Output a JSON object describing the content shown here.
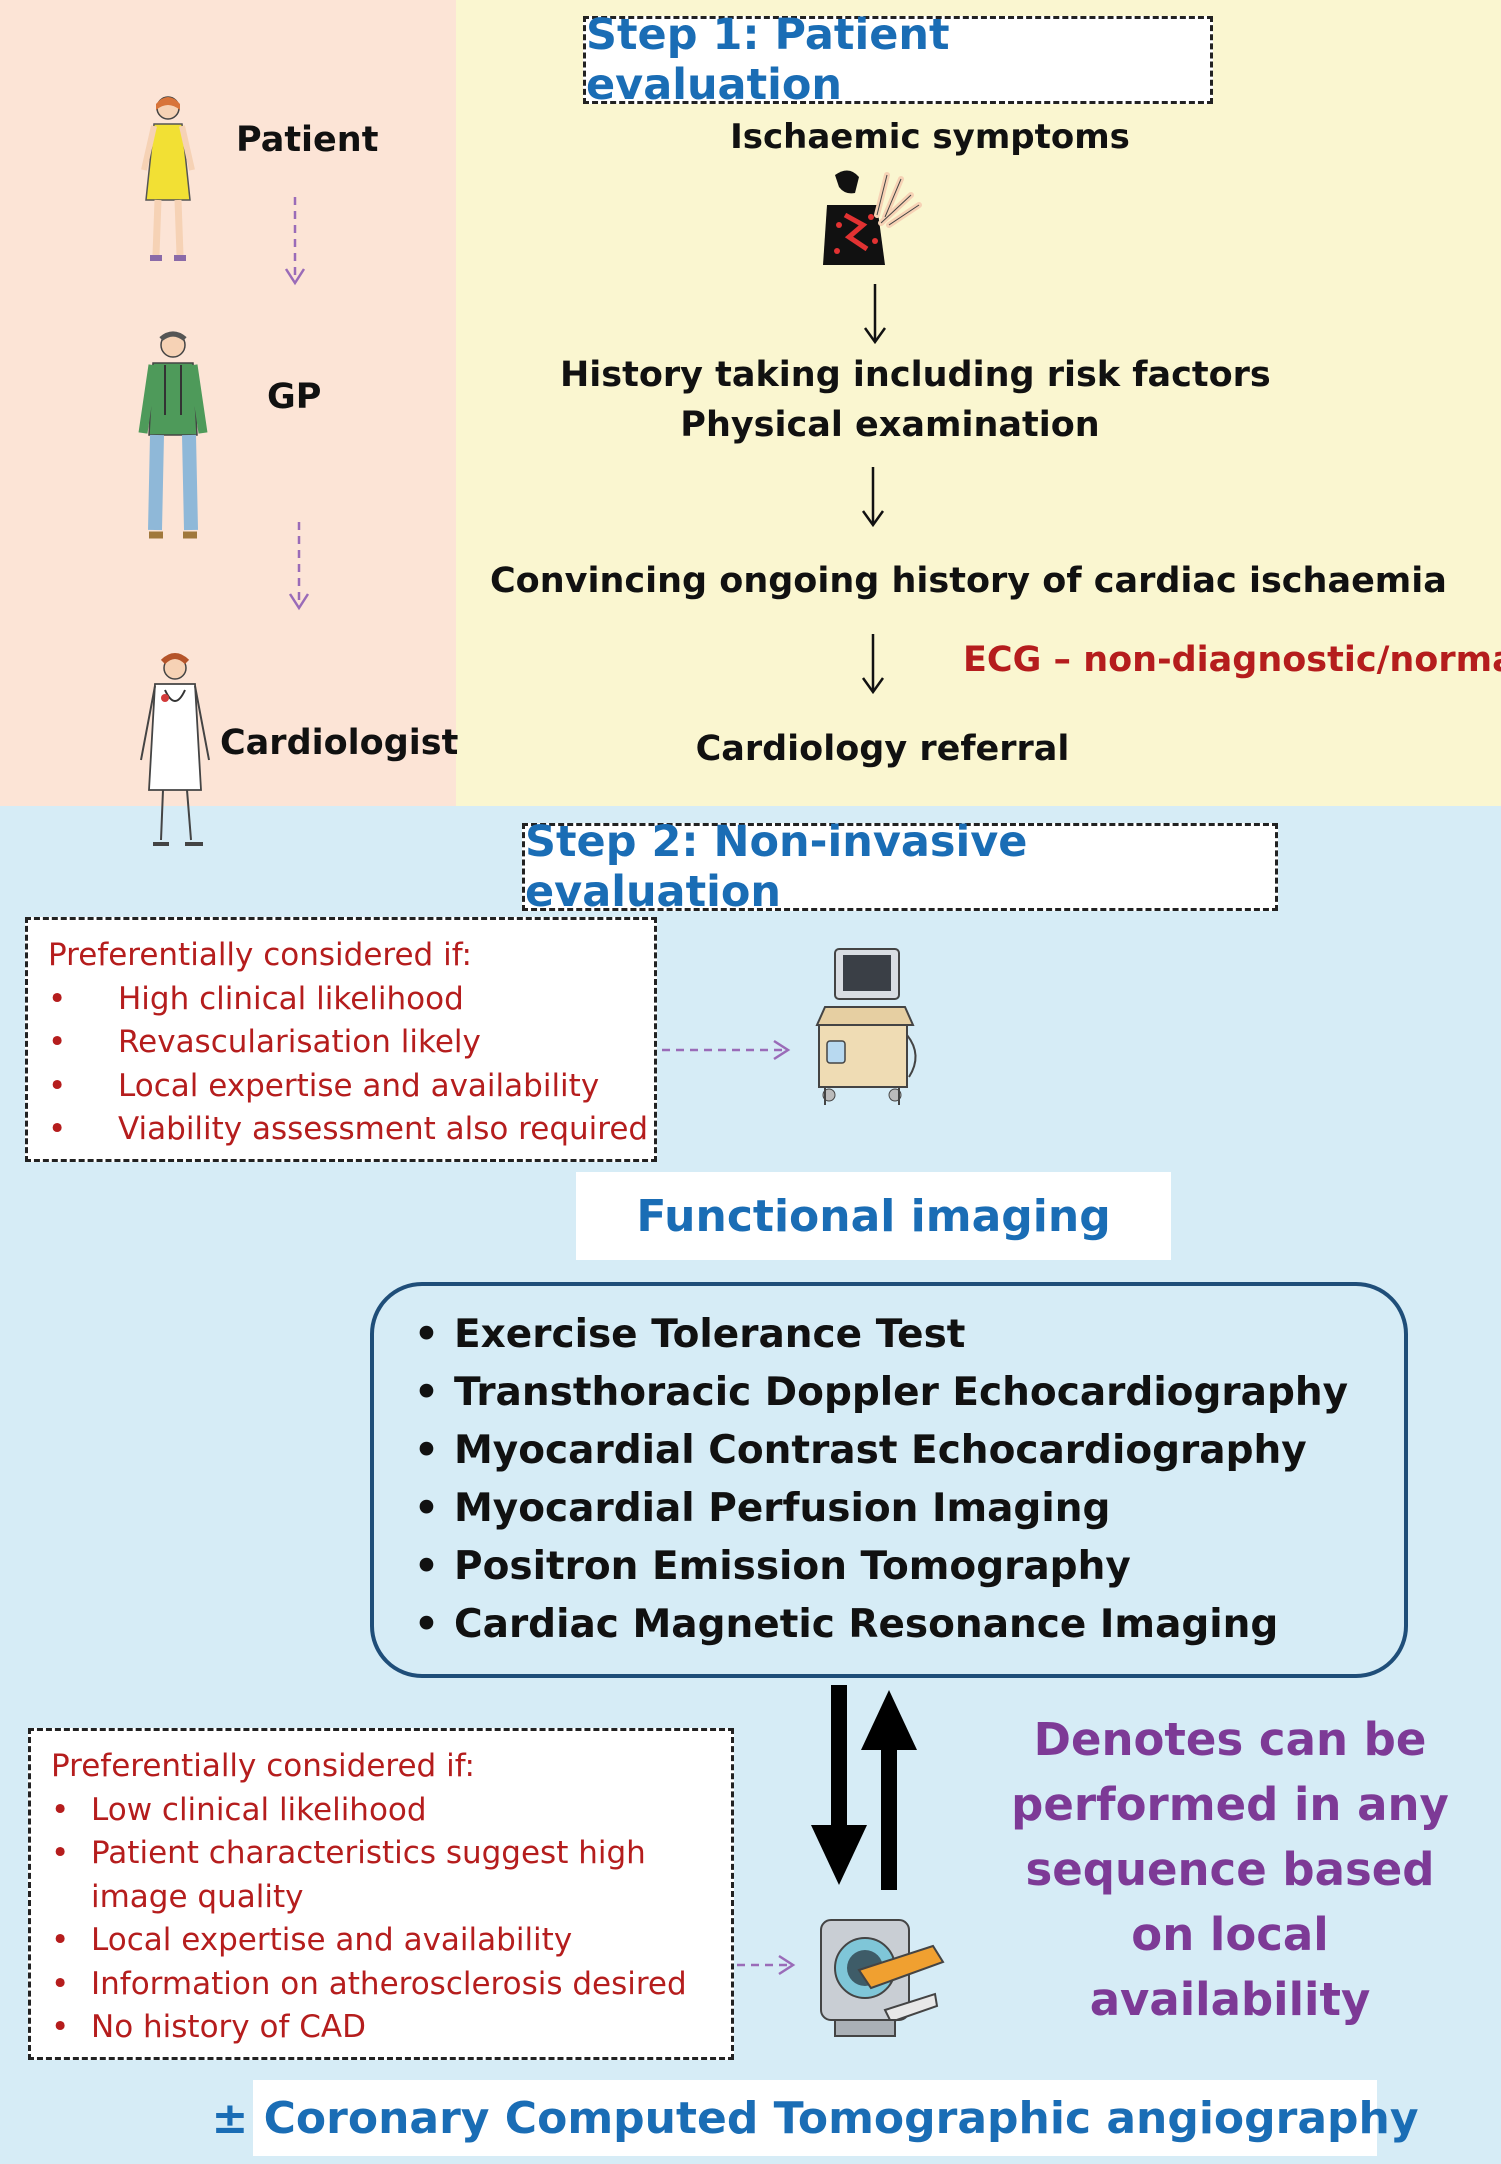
{
  "roles": {
    "patient": "Patient",
    "gp": "GP",
    "cardiologist": "Cardiologist"
  },
  "step1": {
    "title": "Step 1: Patient evaluation",
    "symptoms": "Ischaemic symptoms",
    "history_line1": "History taking including risk factors",
    "history_line2": "Physical examination",
    "convincing": "Convincing ongoing history of cardiac ischaemia",
    "ecg": "ECG – non-diagnostic/normal",
    "referral": "Cardiology referral"
  },
  "step2": {
    "title": "Step 2: Non-invasive evaluation",
    "functional_conditions": {
      "heading": "Preferentially considered if:",
      "items": [
        "High clinical likelihood",
        "Revascularisation likely",
        "Local expertise and availability",
        "Viability assessment also required"
      ]
    },
    "functional_label": "Functional imaging",
    "methods": [
      "Exercise Tolerance Test",
      "Transthoracic Doppler Echocardiography",
      "Myocardial Contrast Echocardiography",
      "Myocardial Perfusion Imaging",
      "Positron Emission Tomography",
      "Cardiac Magnetic Resonance Imaging"
    ],
    "ct_conditions": {
      "heading": "Preferentially considered if:",
      "items": [
        "Low clinical likelihood",
        "Patient characteristics suggest high image quality",
        "Local expertise and availability",
        "Information on atherosclerosis desired",
        "No history of CAD"
      ]
    },
    "denotes": "Denotes can be performed in any sequence based on local availability",
    "ct_label": "± Coronary Computed Tomographic angiography"
  },
  "colors": {
    "left_panel": "#fce4d6",
    "right_panel": "#faf6d0",
    "bottom_panel": "#d6ecf6",
    "title_blue": "#1a6db5",
    "condition_red": "#b51d1d",
    "denotes_purple": "#7d3a96",
    "dashed_arrow": "#9a6bb8"
  },
  "icons": [
    "patient-figure-icon",
    "gp-figure-icon",
    "cardiologist-figure-icon",
    "chest-pain-icon",
    "ultrasound-machine-icon",
    "ct-scanner-icon"
  ]
}
